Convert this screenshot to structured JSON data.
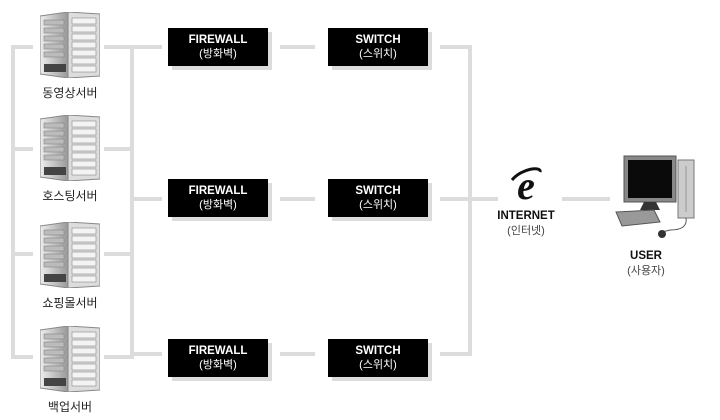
{
  "servers": [
    {
      "label": "동영상서버"
    },
    {
      "label": "호스팅서버"
    },
    {
      "label": "쇼핑몰서버"
    },
    {
      "label": "백업서버"
    }
  ],
  "firewalls": [
    {
      "title": "FIREWALL",
      "sub": "(방화벽)"
    },
    {
      "title": "FIREWALL",
      "sub": "(방화벽)"
    },
    {
      "title": "FIREWALL",
      "sub": "(방화벽)"
    }
  ],
  "switches": [
    {
      "title": "SWITCH",
      "sub": "(스위치)"
    },
    {
      "title": "SWITCH",
      "sub": "(스위치)"
    },
    {
      "title": "SWITCH",
      "sub": "(스위치)"
    }
  ],
  "internet": {
    "title": "INTERNET",
    "sub": "(인터넷)"
  },
  "user": {
    "title": "USER",
    "sub": "(사용자)"
  }
}
